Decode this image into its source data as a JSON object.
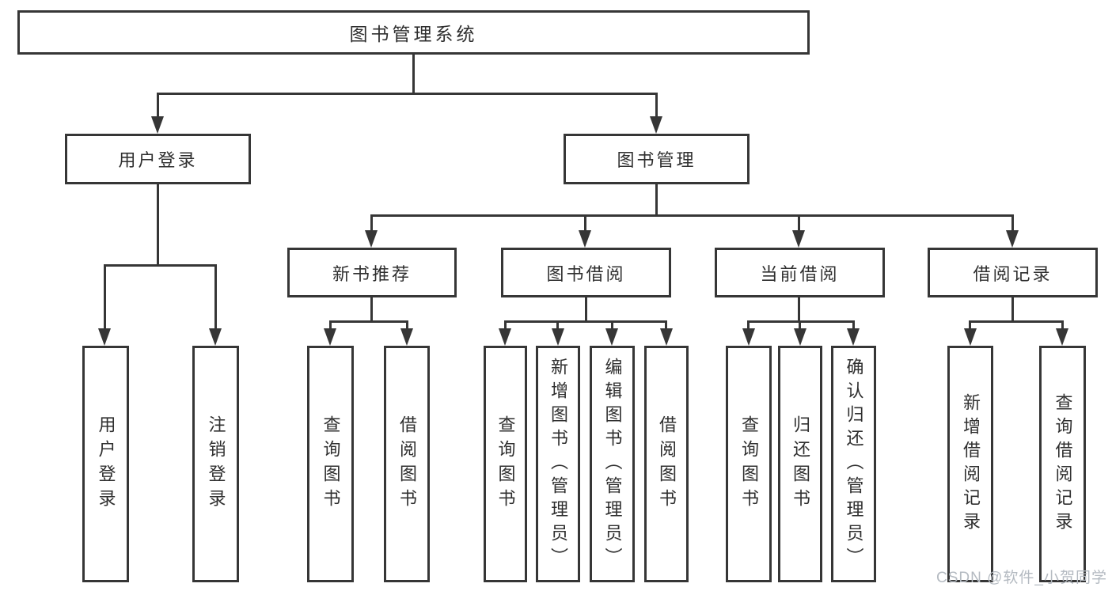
{
  "tree": {
    "label": "图书管理系统",
    "children": [
      {
        "label": "用户登录",
        "children": [
          {
            "label": "用户登录"
          },
          {
            "label": "注销登录"
          }
        ]
      },
      {
        "label": "图书管理",
        "children": [
          {
            "label": "新书推荐",
            "children": [
              {
                "label": "查询图书"
              },
              {
                "label": "借阅图书"
              }
            ]
          },
          {
            "label": "图书借阅",
            "children": [
              {
                "label": "查询图书"
              },
              {
                "label": "新增图书（管理员）"
              },
              {
                "label": "编辑图书（管理员）"
              },
              {
                "label": "借阅图书"
              }
            ]
          },
          {
            "label": "当前借阅",
            "children": [
              {
                "label": "查询图书"
              },
              {
                "label": "归还图书"
              },
              {
                "label": "确认归还（管理员）"
              }
            ]
          },
          {
            "label": "借阅记录",
            "children": [
              {
                "label": "新增借阅记录"
              },
              {
                "label": "查询借阅记录"
              }
            ]
          }
        ]
      }
    ]
  },
  "watermark": {
    "text": "CSDN @软件_小贺同学"
  },
  "colors": {
    "line": "#363636",
    "text": "#2f2f2f",
    "background": "#ffffff",
    "watermark": "#b4bac1"
  }
}
